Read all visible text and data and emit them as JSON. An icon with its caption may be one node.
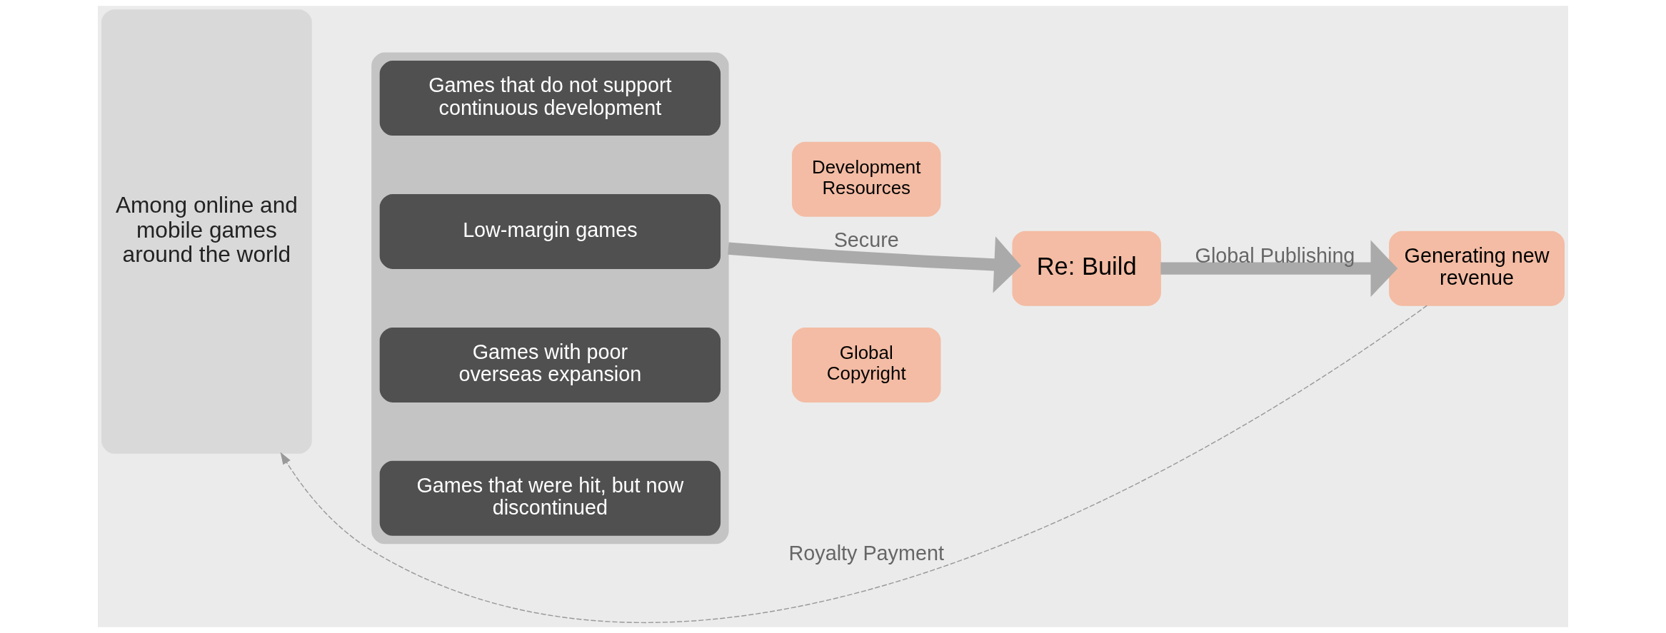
{
  "diagram": {
    "nodes": [
      {
        "text": [
          "Among online and mobile games around the world"
        ]
      },
      {
        "text": [],
        "shape": "box"
      },
      {
        "text": [
          "Games that do not support continuous development"
        ],
        "in": 1
      },
      {
        "text": [
          "Low-margin games"
        ],
        "in": 1
      },
      {
        "text": [
          "Games with poor overseas expansion"
        ],
        "in": 1
      },
      {
        "text": [
          "Games that were hit, but now discontinued"
        ],
        "in": 1
      },
      {
        "text": [
          "Development Resources"
        ]
      },
      {
        "text": [
          "Global Copyright"
        ]
      },
      {
        "text": [
          "Re: Build"
        ]
      },
      {
        "text": [
          "Generating new revenue"
        ]
      }
    ],
    "edges": [
      {
        "from": 1,
        "to": 8,
        "arrow": "to",
        "label": "Secure"
      },
      {
        "from": 8,
        "to": 9,
        "arrow": "to",
        "label": "Global Publishing"
      },
      {
        "from": 9,
        "to": 0,
        "arrow": "to",
        "label": "Royalty Payment",
        "style": "dashed",
        "color": "#999999"
      }
    ]
  }
}
